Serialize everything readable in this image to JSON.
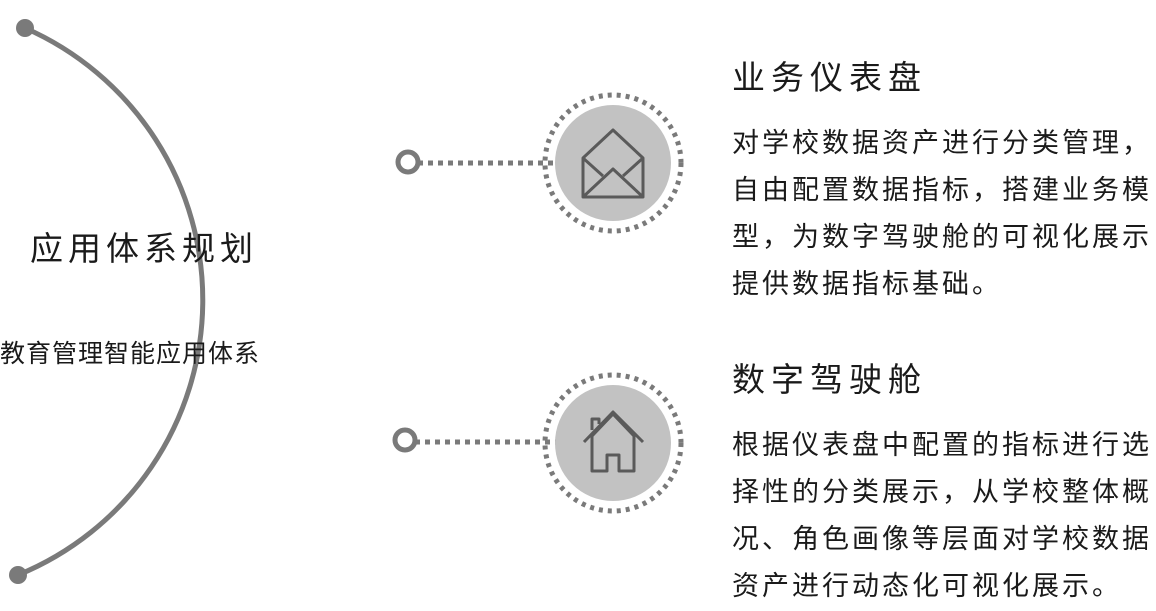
{
  "main": {
    "title": "应用体系规划",
    "subtitle": "教育管理智能应用体系"
  },
  "sections": [
    {
      "icon": "envelope-open-icon",
      "title": "业务仪表盘",
      "lines": [
        "对学校数据资产进行分类管理，",
        "自由配置数据指标，搭建业务模",
        "型，为数字驾驶舱的可视化展示",
        "提供数据指标基础。"
      ]
    },
    {
      "icon": "house-icon",
      "title": "数字驾驶舱",
      "lines": [
        "根据仪表盘中配置的指标进行选",
        "择性的分类展示，从学校整体概",
        "况、角色画像等层面对学校数据",
        "资产进行动态化可视化展示。"
      ]
    }
  ],
  "colors": {
    "line": "#7a7a7a",
    "icon_fill": "#c2c2c2",
    "icon_stroke": "#5a5a5a"
  }
}
